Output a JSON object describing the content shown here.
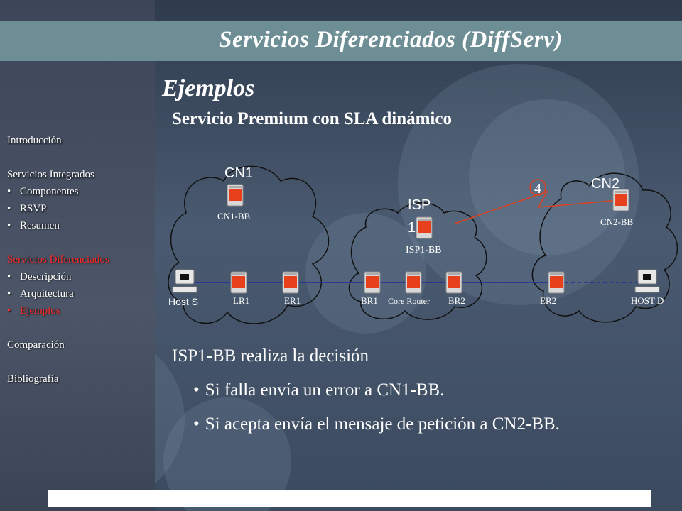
{
  "slide": {
    "title": "Servicios Diferenciados (DiffServ)",
    "section": "Ejemplos",
    "subtitle": "Servicio Premium con SLA dinámico"
  },
  "sidebar": {
    "items": [
      {
        "label": "Introducción",
        "sub": false,
        "active": false
      },
      {
        "label": "",
        "sub": false,
        "gap": true
      },
      {
        "label": "Servicios Integrados",
        "sub": false,
        "active": false
      },
      {
        "label": "Componentes",
        "sub": true,
        "active": false
      },
      {
        "label": "RSVP",
        "sub": true,
        "active": false
      },
      {
        "label": "Resumen",
        "sub": true,
        "active": false
      },
      {
        "label": "",
        "sub": false,
        "gap": true
      },
      {
        "label": "Servicios Diferenciados",
        "sub": false,
        "active": true
      },
      {
        "label": "Descripción",
        "sub": true,
        "active": false
      },
      {
        "label": "Arquitectura",
        "sub": true,
        "active": false
      },
      {
        "label": "Ejemplos",
        "sub": true,
        "active": true
      },
      {
        "label": "",
        "sub": false,
        "gap": true
      },
      {
        "label": "Comparación",
        "sub": false,
        "active": false
      },
      {
        "label": "",
        "sub": false,
        "gap": true
      },
      {
        "label": "Bibliografía",
        "sub": false,
        "active": false
      }
    ]
  },
  "diagram": {
    "clouds": {
      "cn1": "CN1",
      "isp1_line1": "ISP",
      "isp1_line2": "1",
      "cn2": "CN2"
    },
    "servers": {
      "cn1_bb": "CN1-BB",
      "isp1_bb": "ISP1-BB",
      "cn2_bb": "CN2-BB"
    },
    "nodes": {
      "host_s": "Host S",
      "lr1": "LR1",
      "er1": "ER1",
      "br1": "BR1",
      "core_router": "Core Router",
      "br2": "BR2",
      "er2": "ER2",
      "host_d": "HOST D"
    },
    "step": "4",
    "colors": {
      "router": "#e8401c",
      "signal": "#e04020",
      "link": "#1a2fa0"
    }
  },
  "content": {
    "heading": "ISP1-BB realiza la decisión",
    "bullets": [
      "Si falla envía un error a CN1-BB.",
      "Si acepta envía el mensaje  de petición a CN2-BB."
    ]
  }
}
